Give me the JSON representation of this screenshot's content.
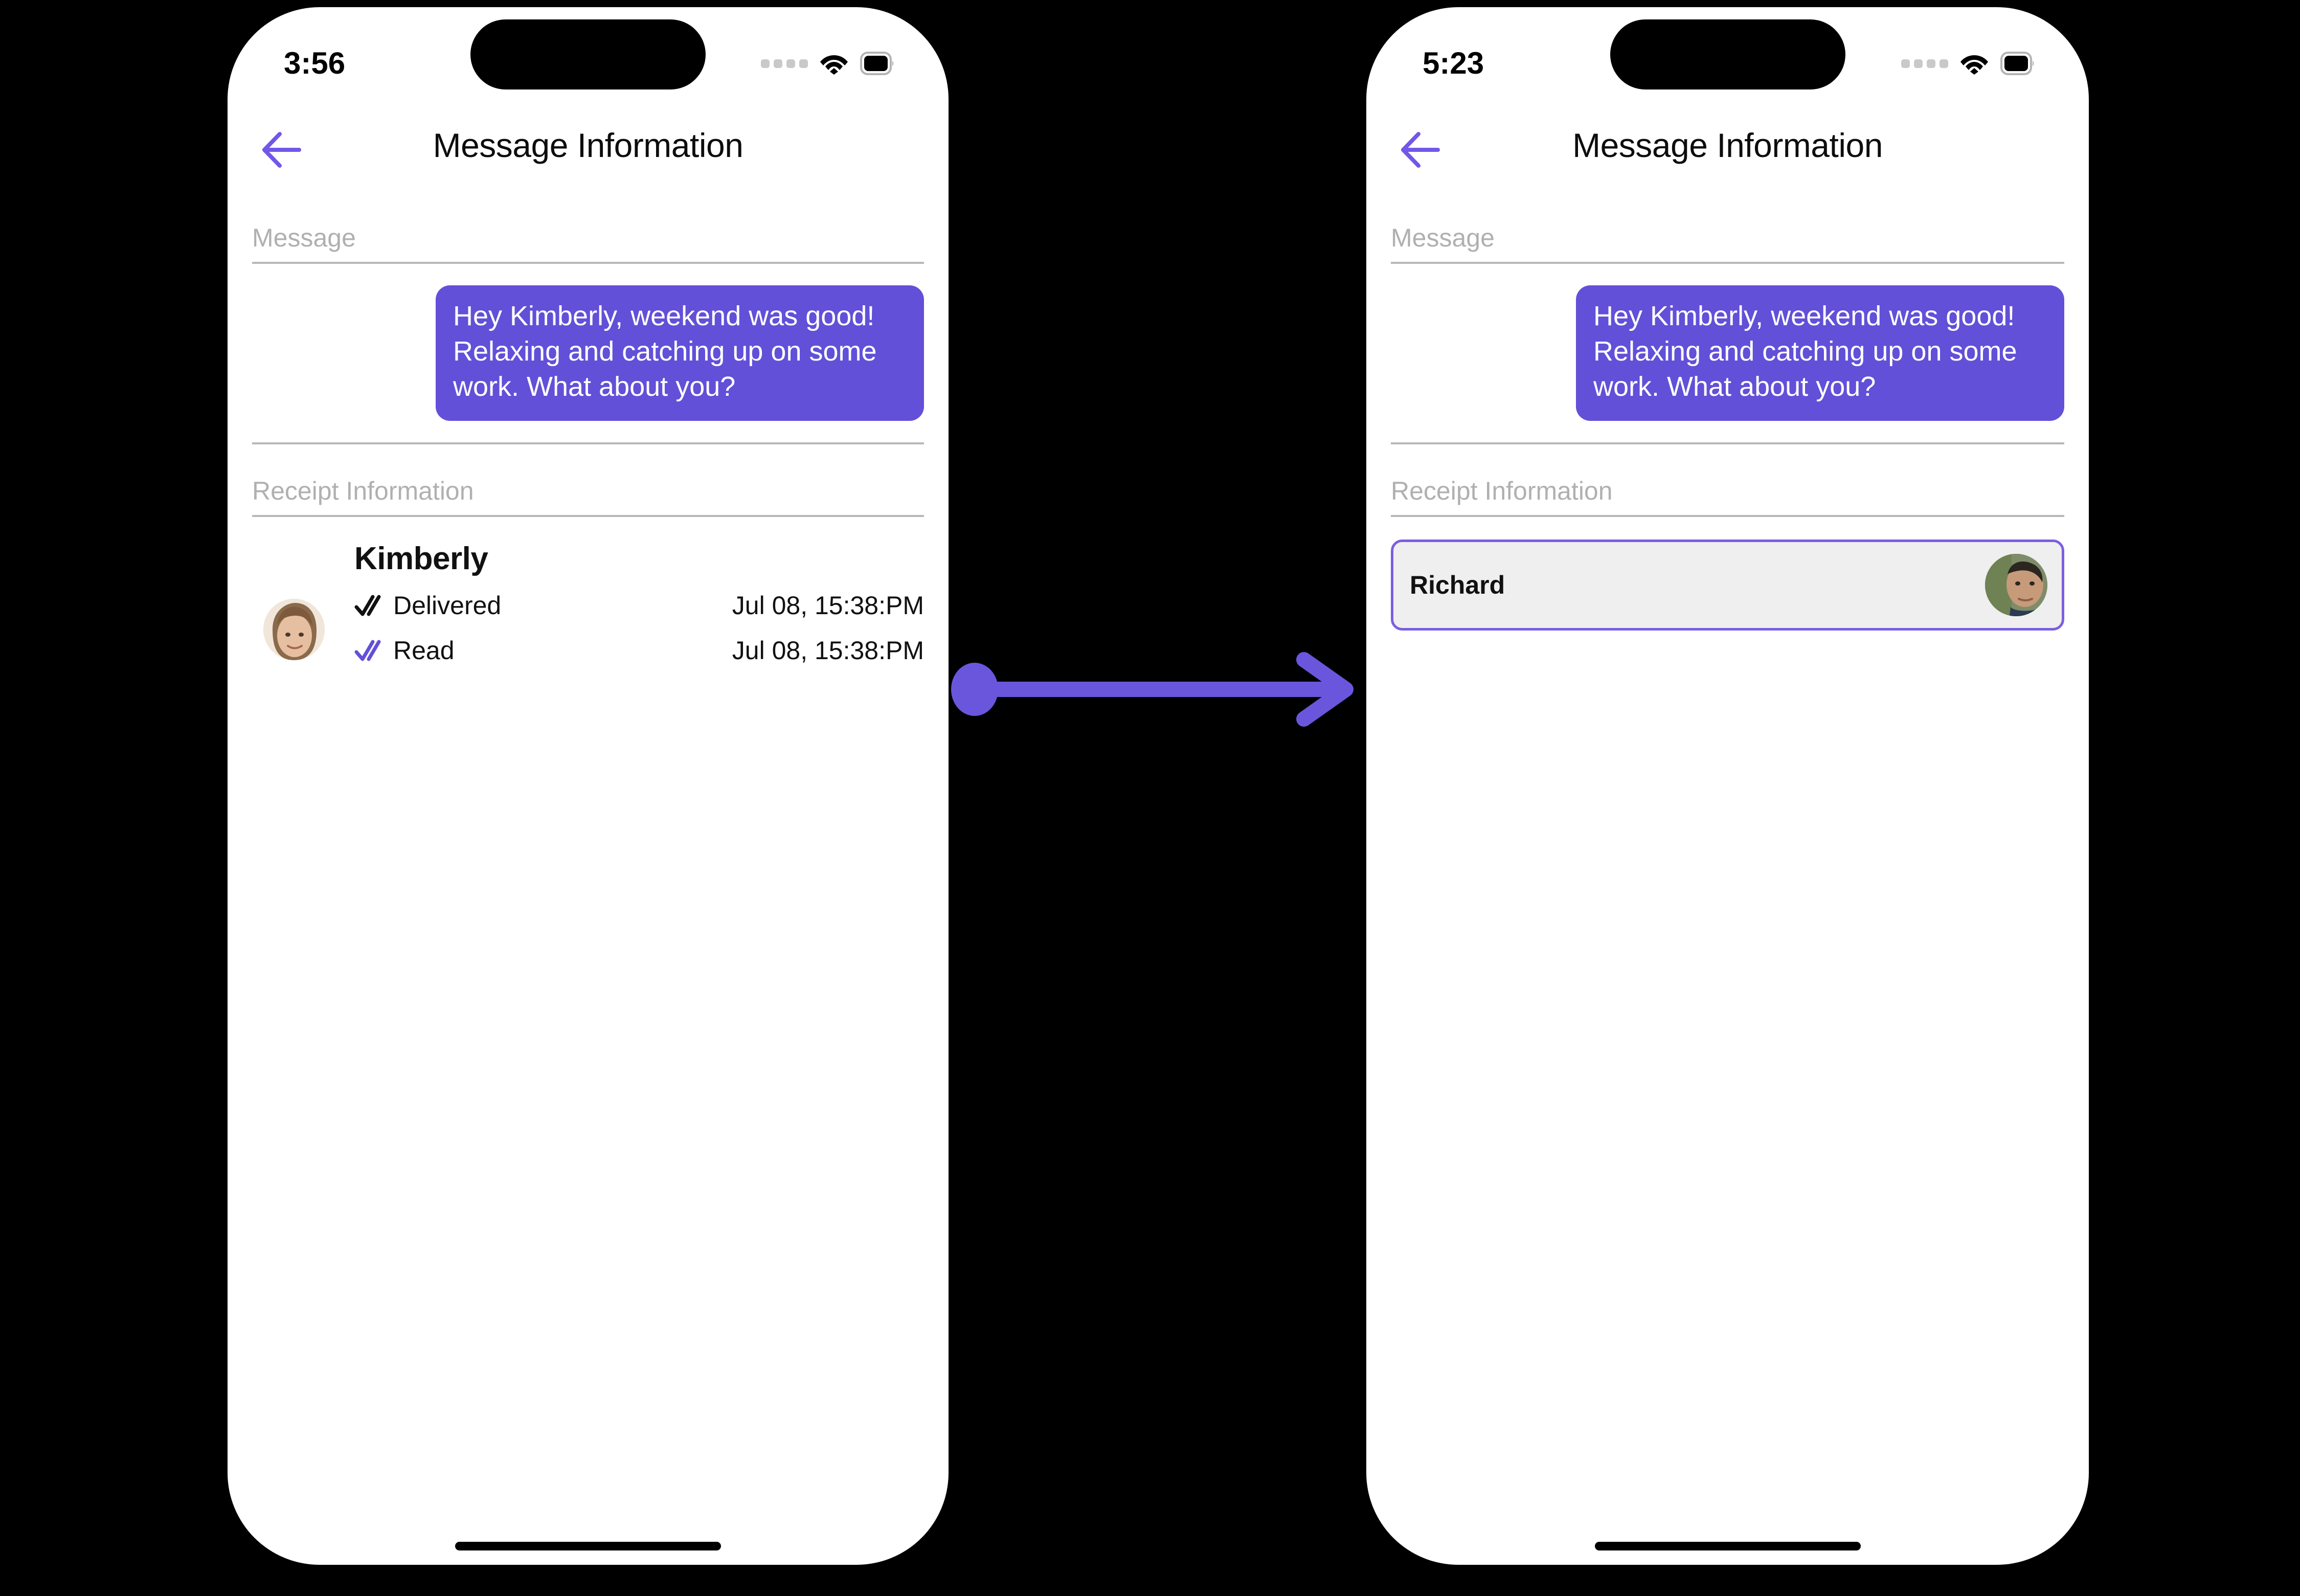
{
  "accent_color": "#6250D8",
  "arrow_color": "#6A56DC",
  "card_border_color": "#7A5FE0",
  "background_color": "#000000",
  "screens": [
    {
      "id": "before",
      "status_bar": {
        "time": "3:56",
        "signal_icon": "signal-dots-icon",
        "wifi_icon": "wifi-icon",
        "battery_icon": "battery-full-icon"
      },
      "nav": {
        "back_icon": "back-arrow-icon",
        "title": "Message Information"
      },
      "sections": {
        "message_label": "Message",
        "receipt_label": "Receipt Information"
      },
      "message": {
        "text": "Hey Kimberly, weekend was good!  Relaxing and catching up on some work. What about you?",
        "direction": "outgoing"
      },
      "receipt": {
        "contact_name": "Kimberly",
        "avatar_icon": "avatar-kimberly",
        "rows": [
          {
            "check_icon": "double-check-icon",
            "check_color": "#111111",
            "status": "Delivered",
            "timestamp": "Jul 08, 15:38:PM"
          },
          {
            "check_icon": "double-check-icon",
            "check_color": "#6250D8",
            "status": "Read",
            "timestamp": "Jul 08, 15:38:PM"
          }
        ]
      },
      "home_indicator": "home-indicator"
    },
    {
      "id": "after",
      "status_bar": {
        "time": "5:23",
        "signal_icon": "signal-dots-icon",
        "wifi_icon": "wifi-icon",
        "battery_icon": "battery-full-icon"
      },
      "nav": {
        "back_icon": "back-arrow-icon",
        "title": "Message Information"
      },
      "sections": {
        "message_label": "Message",
        "receipt_label": "Receipt Information"
      },
      "message": {
        "text": "Hey Kimberly, weekend was good!  Relaxing and catching up on some work. What about you?",
        "direction": "outgoing"
      },
      "contact_card": {
        "name": "Richard",
        "avatar_icon": "avatar-richard",
        "selected": true
      },
      "home_indicator": "home-indicator"
    }
  ],
  "connector": {
    "icon": "arrow-right-icon",
    "start_marker": "dot"
  }
}
